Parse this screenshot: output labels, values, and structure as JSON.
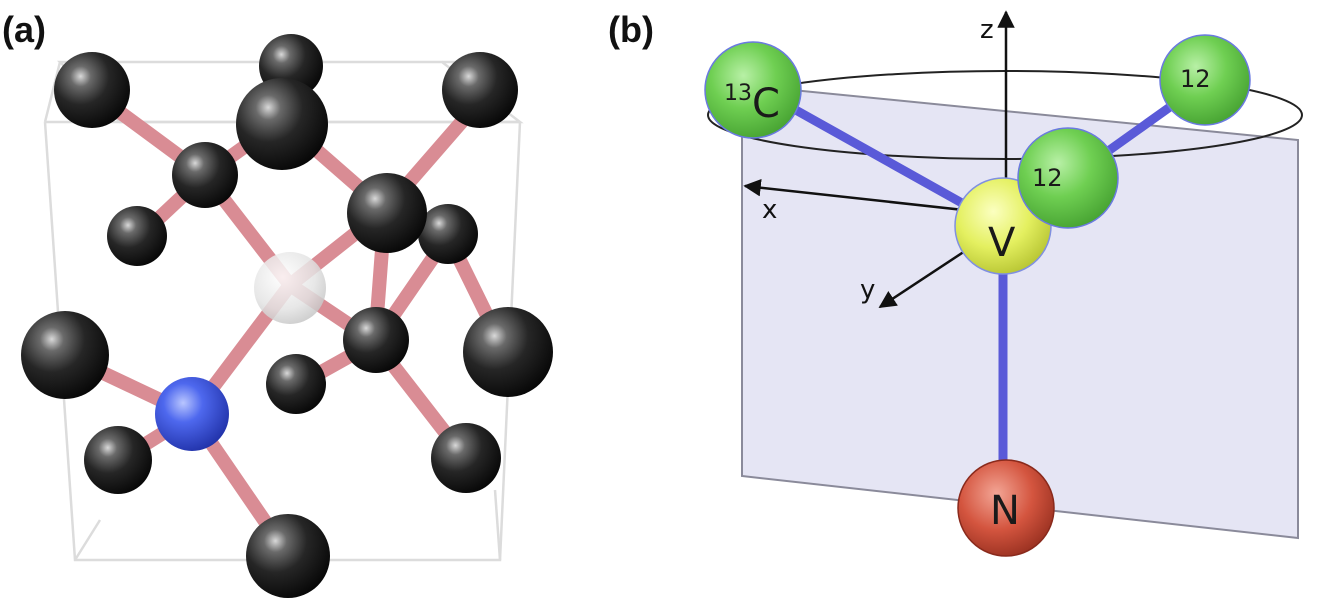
{
  "panel_a": {
    "label": "(a)"
  },
  "panel_b": {
    "label": "(b)",
    "axes": {
      "x": "x",
      "y": "y",
      "z": "z"
    },
    "atoms": {
      "carbon13": {
        "mass": "13",
        "symbol": "C"
      },
      "carbon12_front": "12",
      "carbon12_back": "12",
      "vacancy": "V",
      "nitrogen": "N"
    }
  }
}
